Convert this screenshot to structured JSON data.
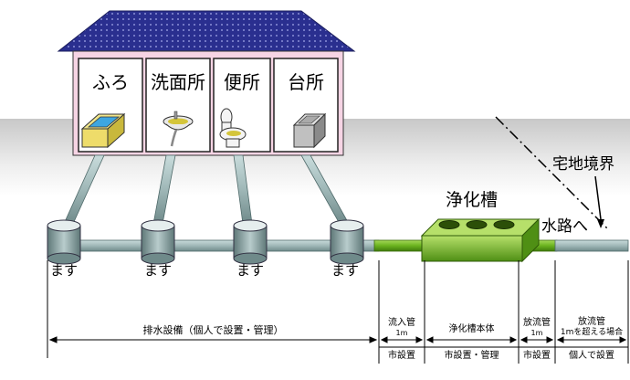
{
  "rooms": [
    {
      "label": "ふろ",
      "icon": "bathtub-icon"
    },
    {
      "label": "洗面所",
      "icon": "washbasin-icon"
    },
    {
      "label": "便所",
      "icon": "toilet-icon"
    },
    {
      "label": "台所",
      "icon": "kitchen-sink-icon"
    }
  ],
  "masu_label": "ます",
  "tank_label": "浄化槽",
  "waterway_label": "水路へ",
  "boundary_label": "宅地境界",
  "sections": [
    {
      "name": "排水設備（個人で設置・管理）",
      "owner": ""
    },
    {
      "name": "流入管",
      "sub": "1m",
      "owner": "市設置"
    },
    {
      "name": "浄化槽本体",
      "owner": "市設置・管理"
    },
    {
      "name": "放流管",
      "sub": "1m",
      "owner": "市設置"
    },
    {
      "name": "放流管",
      "sub": "1mを超える場合",
      "owner": "個人で設置"
    }
  ],
  "colors": {
    "roof": "#2a2f8f",
    "house_wall": "#f6d4e4",
    "pipe_gray": "#9fb7b7",
    "pipe_green": "#6ab21e",
    "tank_green": "#7dbb2b",
    "ground": "#d9d9d9"
  }
}
